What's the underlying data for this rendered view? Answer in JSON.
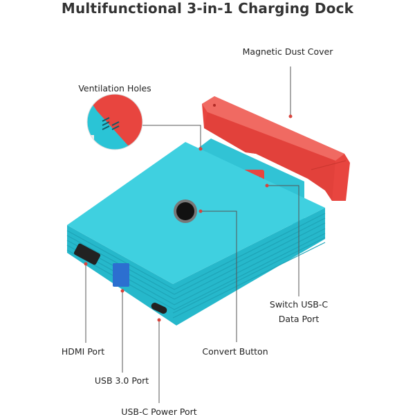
{
  "title": "Multifunctional 3-in-1 Charging Dock",
  "labels": {
    "dust_cover": "Magnetic Dust Cover",
    "ventilation": "Ventilation Holes",
    "switch_port_line1": "Switch USB-C",
    "switch_port_line2": "Data Port",
    "hdmi": "HDMI Port",
    "convert": "Convert Button",
    "usb3": "USB 3.0 Port",
    "usbc_power": "USB-C Power Port"
  },
  "colors": {
    "dock": "#2cc6d8",
    "cover": "#e8453f",
    "pointer": "#d9433c",
    "line": "#555555"
  }
}
